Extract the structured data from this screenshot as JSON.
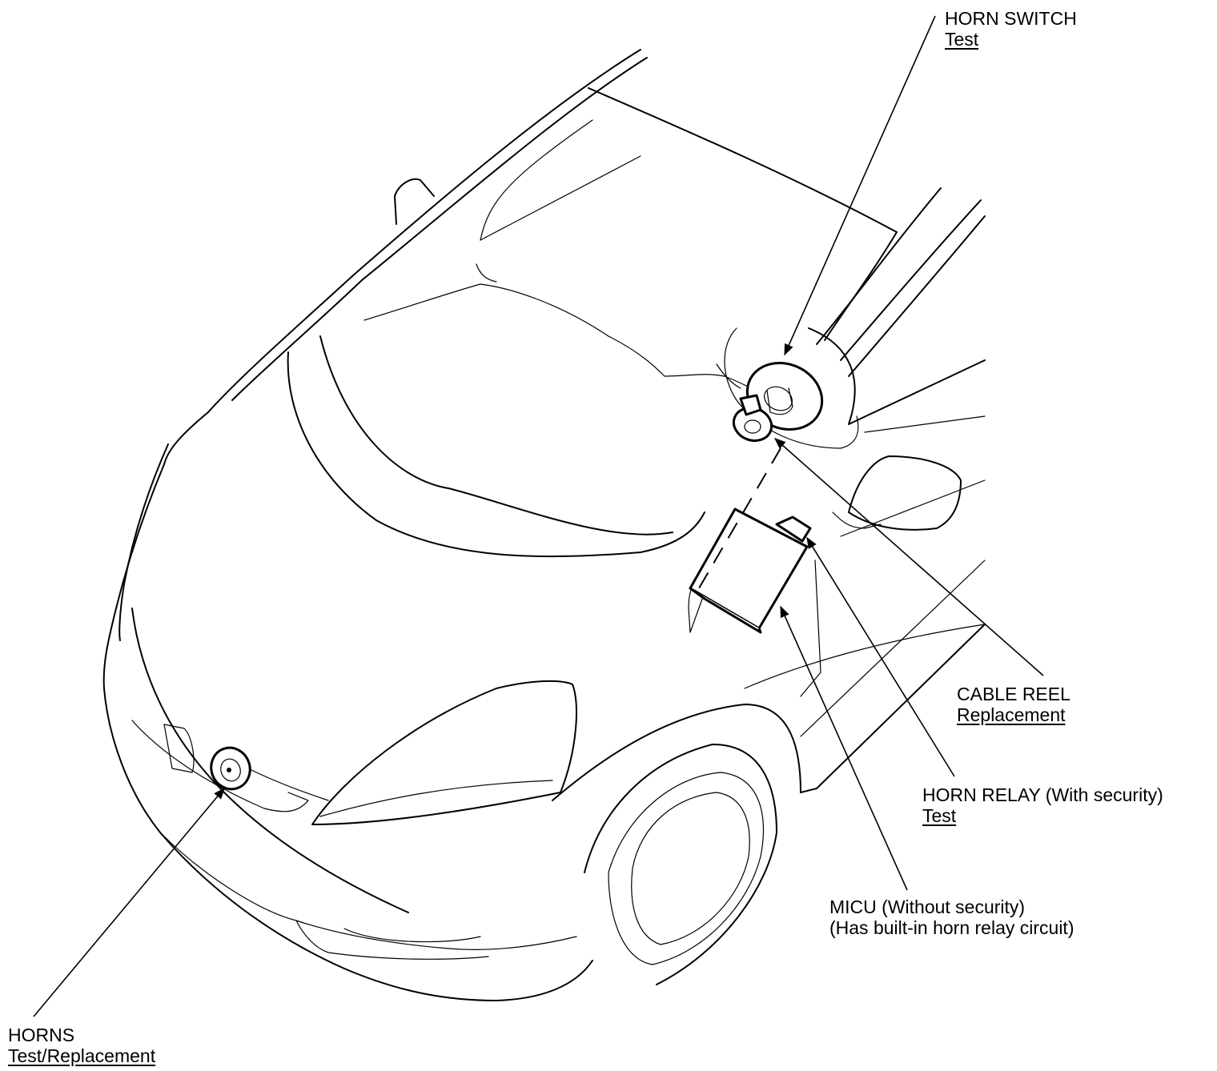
{
  "callouts": {
    "horn_switch": {
      "title": "HORN SWITCH",
      "link": "Test"
    },
    "cable_reel": {
      "title": "CABLE REEL",
      "link": "Replacement"
    },
    "horn_relay": {
      "title": "HORN RELAY (With security)",
      "link": "Test"
    },
    "micu": {
      "title": "MICU (Without security)",
      "subtitle": "(Has built-in horn relay circuit)"
    },
    "horns": {
      "title": "HORNS",
      "link": "Test/Replacement"
    }
  }
}
